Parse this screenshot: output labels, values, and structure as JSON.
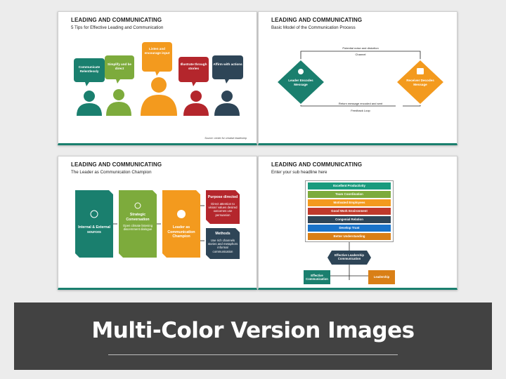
{
  "slide1": {
    "title": "LEADING AND COMMUNICATING",
    "subtitle": "5 Tips for Effective Leading and Communication",
    "bubbles": [
      {
        "text": "Communicate Relentlessly",
        "color": "#1a7f6e"
      },
      {
        "text": "Simplify and be direct",
        "color": "#7dab3c"
      },
      {
        "text": "Listen and encourage input",
        "color": "#f39a1e"
      },
      {
        "text": "Illustrate through stories",
        "color": "#b4262c"
      },
      {
        "text": "Affirm with actions",
        "color": "#2e4557"
      }
    ],
    "source": "Source: center for creative leadership"
  },
  "slide2": {
    "title": "LEADING AND COMMUNICATING",
    "subtitle": "Basic Model of the Communication Process",
    "top_label": "Potential noise and distortion",
    "channel": "Channel",
    "left_node": "Leader Encodes Message",
    "right_node": "Receiver Decodes Message",
    "bottom_label": "Return message encoded and sent",
    "feedback": "Feedback Loop",
    "colors": {
      "left": "#1a7f6e",
      "right": "#f39a1e"
    }
  },
  "slide3": {
    "title": "LEADING AND COMMUNICATING",
    "subtitle": "The Leader as Communication Champion",
    "box1": "Internal & External sources",
    "box2_title": "Strategic Conversation",
    "box2_desc": "Open climate listening discernment dialogue",
    "box3": "Leader as Communication Champion",
    "box4_title": "Purpose directed",
    "box4_desc": "Direct attention to vision/ values desired outcomes use persuasion",
    "box5_title": "Methods",
    "box5_desc": "Use rich channels stories and metaphors informal communication"
  },
  "slide4": {
    "title": "LEADING AND COMMUNICATING",
    "subtitle": "Enter your sub headline here",
    "bars": [
      {
        "label": "Excellent Productivity",
        "color": "#1a9b7e"
      },
      {
        "label": "Team Coordination",
        "color": "#7dab3c"
      },
      {
        "label": "Motivated Employees",
        "color": "#f39a1e"
      },
      {
        "label": "Good Work Environment",
        "color": "#c0392b"
      },
      {
        "label": "Congenial Relation",
        "color": "#2e4557"
      },
      {
        "label": "Develop Trust",
        "color": "#1a73c9"
      },
      {
        "label": "Better Understanding",
        "color": "#d97f16"
      }
    ],
    "center": "Effective Leadership Communication",
    "left_box": "Effective Communication",
    "right_box": "Leadership"
  },
  "banner": {
    "text": "Multi-Color Version Images"
  }
}
